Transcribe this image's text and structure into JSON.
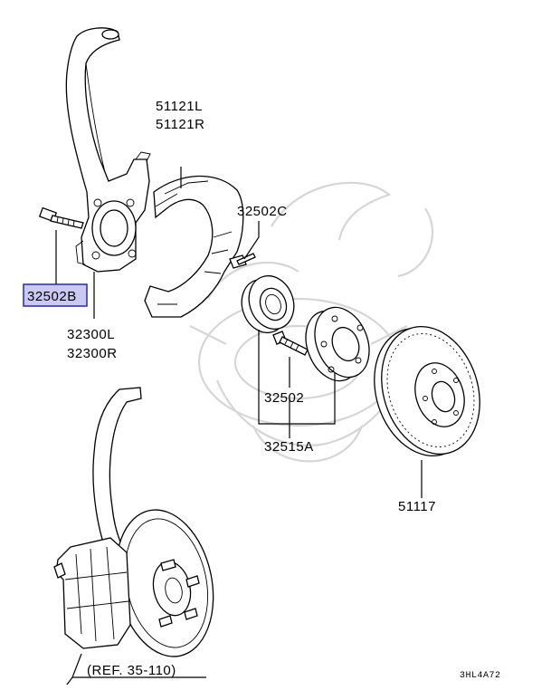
{
  "labels": {
    "shield": [
      "51121L",
      "51121R"
    ],
    "bolt_c": "32502C",
    "bolt_b": "32502B",
    "knuckle": [
      "32300L",
      "32300R"
    ],
    "bearing": "32502",
    "hub_assy": "32515A",
    "rotor": "51117",
    "reference": "(REF. 35-110)",
    "diagram_code": "3HL4A72"
  },
  "colors": {
    "highlight_fill": "#c9c9f3",
    "highlight_border": "#2a2aa0"
  }
}
